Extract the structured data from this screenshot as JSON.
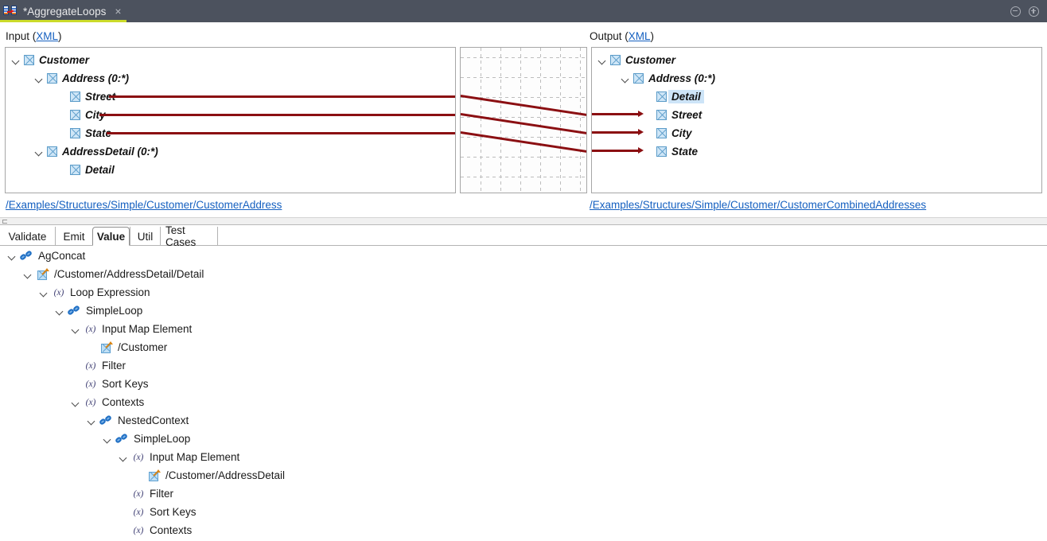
{
  "window": {
    "tab_title": "*AggregateLoops",
    "tab_icon": "mapping-document-icon",
    "close_label": "×",
    "minimize_label": "minimize-icon",
    "maximize_label": "maximize-icon",
    "accent_color": "#cbdb2a",
    "titlebar_color": "#4c525e"
  },
  "input_section": {
    "label": "Input (",
    "link": "XML",
    "label_end": ")",
    "path": "/Examples/Structures/Simple/Customer/CustomerAddress",
    "nodes": [
      {
        "label": "Customer",
        "depth": 0,
        "expandable": true
      },
      {
        "label": "Address (0:*)",
        "depth": 1,
        "expandable": true
      },
      {
        "label": "Street",
        "depth": 2,
        "expandable": false
      },
      {
        "label": "City",
        "depth": 2,
        "expandable": false
      },
      {
        "label": "State",
        "depth": 2,
        "expandable": false
      },
      {
        "label": "AddressDetail (0:*)",
        "depth": 1,
        "expandable": true
      },
      {
        "label": "Detail",
        "depth": 2,
        "expandable": false
      }
    ]
  },
  "output_section": {
    "label": "Output (",
    "link": "XML",
    "label_end": ")",
    "path": "/Examples/Structures/Simple/Customer/CustomerCombinedAddresses",
    "nodes": [
      {
        "label": "Customer",
        "depth": 0,
        "expandable": true,
        "selected": false,
        "incoming": false
      },
      {
        "label": "Address (0:*)",
        "depth": 1,
        "expandable": true,
        "selected": false,
        "incoming": false
      },
      {
        "label": "Detail",
        "depth": 2,
        "expandable": false,
        "selected": true,
        "incoming": false
      },
      {
        "label": "Street",
        "depth": 2,
        "expandable": false,
        "selected": false,
        "incoming": true
      },
      {
        "label": "City",
        "depth": 2,
        "expandable": false,
        "selected": false,
        "incoming": true
      },
      {
        "label": "State",
        "depth": 2,
        "expandable": false,
        "selected": false,
        "incoming": true
      }
    ]
  },
  "mapping": {
    "line_color": "#8b0f12",
    "connections": [
      {
        "from": "Street",
        "to": "Street"
      },
      {
        "from": "City",
        "to": "City"
      },
      {
        "from": "State",
        "to": "State"
      }
    ]
  },
  "bottom_tabs": {
    "selected": "Value",
    "items": [
      "Validate",
      "Emit",
      "Value",
      "Util",
      "Test Cases"
    ]
  },
  "value_tree": {
    "nodes": [
      {
        "label": "AgConcat",
        "depth": 0,
        "icon": "chain-icon",
        "expandable": true
      },
      {
        "label": "/Customer/AddressDetail/Detail",
        "depth": 1,
        "icon": "map-element-icon",
        "expandable": true
      },
      {
        "label": "Loop Expression",
        "depth": 2,
        "icon": "expression-icon",
        "expandable": true
      },
      {
        "label": "SimpleLoop",
        "depth": 3,
        "icon": "chain-icon",
        "expandable": true
      },
      {
        "label": "Input Map Element",
        "depth": 4,
        "icon": "expression-icon",
        "expandable": true
      },
      {
        "label": "/Customer",
        "depth": 5,
        "icon": "map-element-icon",
        "expandable": false
      },
      {
        "label": "Filter",
        "depth": 4,
        "icon": "expression-icon",
        "expandable": false
      },
      {
        "label": "Sort Keys",
        "depth": 4,
        "icon": "expression-icon",
        "expandable": false
      },
      {
        "label": "Contexts",
        "depth": 4,
        "icon": "expression-icon",
        "expandable": true
      },
      {
        "label": "NestedContext",
        "depth": 5,
        "icon": "chain-icon",
        "expandable": true
      },
      {
        "label": "SimpleLoop",
        "depth": 6,
        "icon": "chain-icon",
        "expandable": true
      },
      {
        "label": "Input Map Element",
        "depth": 7,
        "icon": "expression-icon",
        "expandable": true
      },
      {
        "label": "/Customer/AddressDetail",
        "depth": 8,
        "icon": "map-element-icon",
        "expandable": false
      },
      {
        "label": "Filter",
        "depth": 7,
        "icon": "expression-icon",
        "expandable": false
      },
      {
        "label": "Sort Keys",
        "depth": 7,
        "icon": "expression-icon",
        "expandable": false
      },
      {
        "label": "Contexts",
        "depth": 7,
        "icon": "expression-icon",
        "expandable": false
      }
    ]
  }
}
